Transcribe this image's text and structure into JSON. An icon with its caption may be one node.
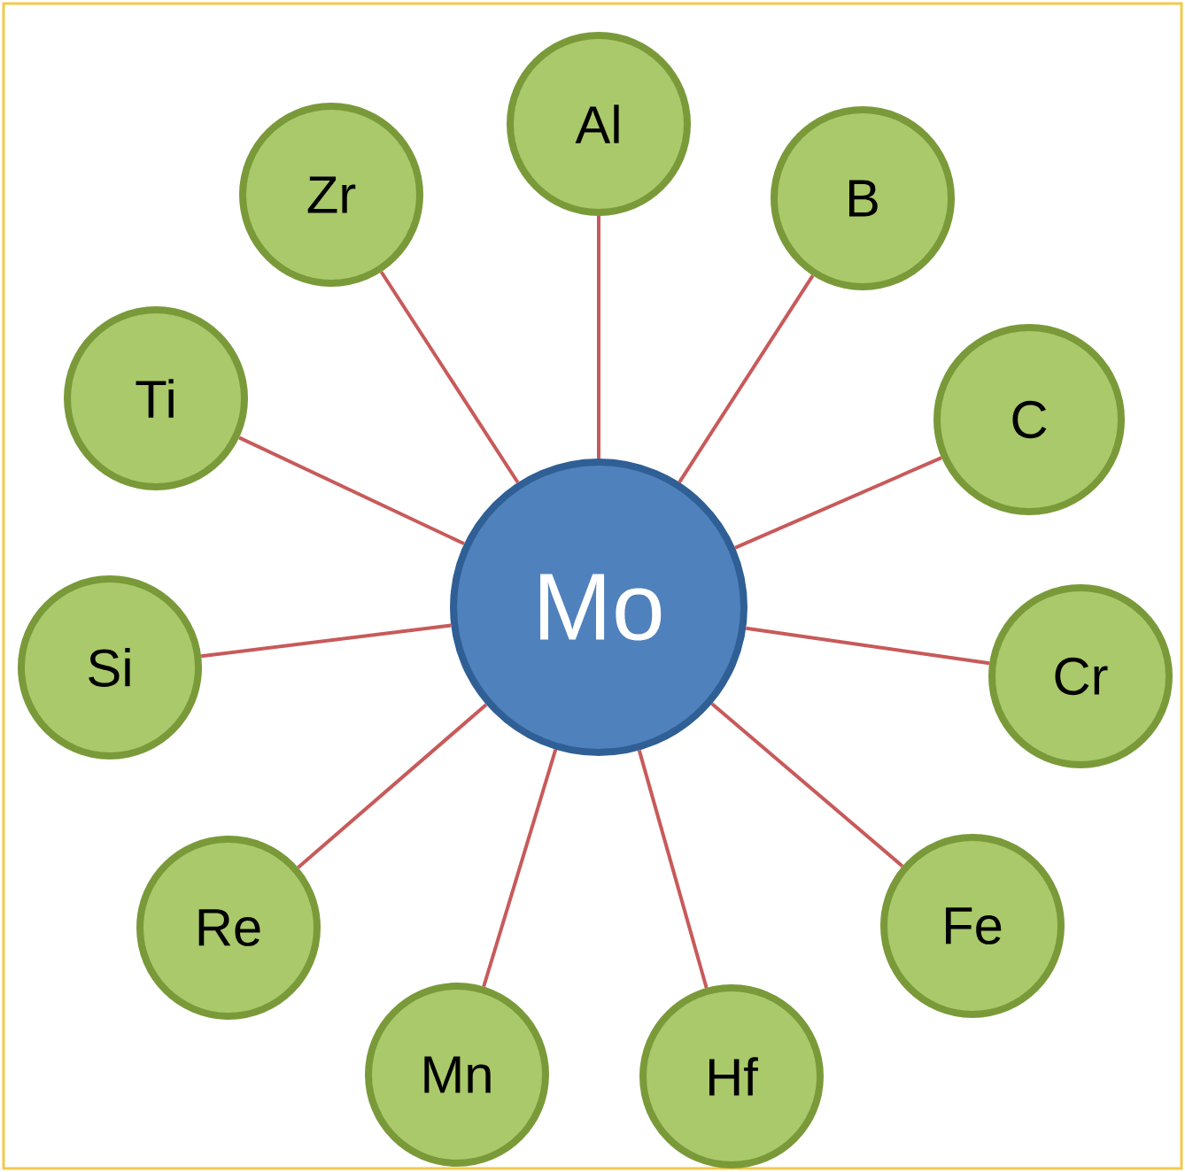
{
  "diagram": {
    "nodes": [
      {
        "text": [
          "Mo"
        ]
      },
      {
        "text": [
          "Al"
        ]
      },
      {
        "text": [
          "B"
        ]
      },
      {
        "text": [
          "C"
        ]
      },
      {
        "text": [
          "Cr"
        ]
      },
      {
        "text": [
          "Fe"
        ]
      },
      {
        "text": [
          "Hf"
        ]
      },
      {
        "text": [
          "Mn"
        ]
      },
      {
        "text": [
          "Re"
        ]
      },
      {
        "text": [
          "Si"
        ]
      },
      {
        "text": [
          "Ti"
        ]
      },
      {
        "text": [
          "Zr"
        ]
      }
    ],
    "edges": [
      {
        "from": 0,
        "to": 1,
        "arrow": "none"
      },
      {
        "from": 0,
        "to": 2,
        "arrow": "none"
      },
      {
        "from": 0,
        "to": 3,
        "arrow": "none"
      },
      {
        "from": 0,
        "to": 4,
        "arrow": "none"
      },
      {
        "from": 0,
        "to": 5,
        "arrow": "none"
      },
      {
        "from": 0,
        "to": 6,
        "arrow": "none"
      },
      {
        "from": 0,
        "to": 7,
        "arrow": "none"
      },
      {
        "from": 0,
        "to": 8,
        "arrow": "none"
      },
      {
        "from": 0,
        "to": 9,
        "arrow": "none"
      },
      {
        "from": 0,
        "to": 10,
        "arrow": "none"
      },
      {
        "from": 0,
        "to": 11,
        "arrow": "none"
      }
    ]
  }
}
